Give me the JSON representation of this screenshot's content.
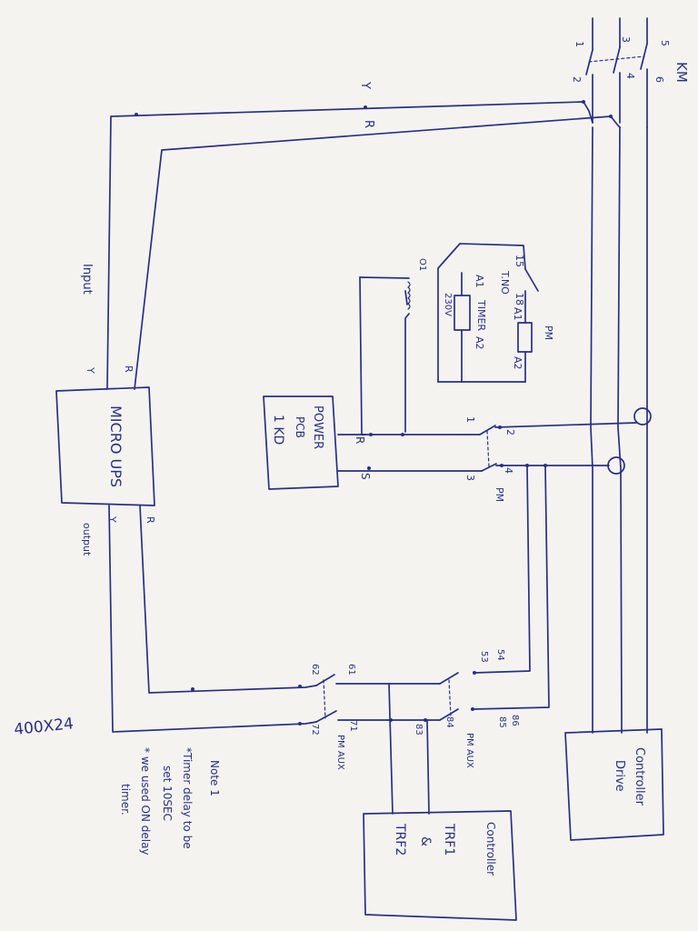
{
  "contactor_km": {
    "label": "KM",
    "top_terminals": [
      "1",
      "3",
      "5"
    ],
    "bottom_terminals": [
      "2",
      "4",
      "6"
    ]
  },
  "wire_labels": {
    "phase_y": "Y",
    "phase_r": "R"
  },
  "micro_ups": {
    "title": "MICRO UPS",
    "input_label": "Input",
    "output_label": "output",
    "input_terminals": [
      "Y",
      "R"
    ],
    "output_terminals": [
      "Y",
      "R"
    ]
  },
  "timer": {
    "switch_terminals": [
      "15",
      "18"
    ],
    "switch_label": "T.NO",
    "coil_label": "TIMER",
    "coil_terminals": [
      "A1",
      "A2"
    ],
    "voltage": "230V",
    "coil_ref": "O1"
  },
  "pm_coil": {
    "label": "PM",
    "terminals": [
      "A1",
      "A2"
    ]
  },
  "power_pcb": {
    "line1": "POWER",
    "line2": "PCB",
    "line3": "1 KD",
    "terminals": [
      "R",
      "S"
    ]
  },
  "pm_main": {
    "label": "PM",
    "terminals": [
      "1",
      "2",
      "3",
      "4"
    ]
  },
  "pm_aux_contacts": {
    "terminals": [
      "54",
      "53",
      "86",
      "85",
      "84",
      "83"
    ],
    "label": "PM AUX"
  },
  "ups_aux_contacts": {
    "terminals": [
      "61",
      "62",
      "71",
      "72"
    ],
    "label": "PM AUX"
  },
  "controller_drive": {
    "line1": "Controller",
    "line2": "Drive"
  },
  "controller_trf": {
    "line1": "Controller",
    "line2": "TRF1",
    "line3": "&",
    "line4": "TRF2"
  },
  "rating": "400X24",
  "notes": {
    "title": "Note 1",
    "line1": "*Timer delay to be",
    "line2": "set 10SEC",
    "line3": "* we used ON delay",
    "line4": "timer."
  }
}
